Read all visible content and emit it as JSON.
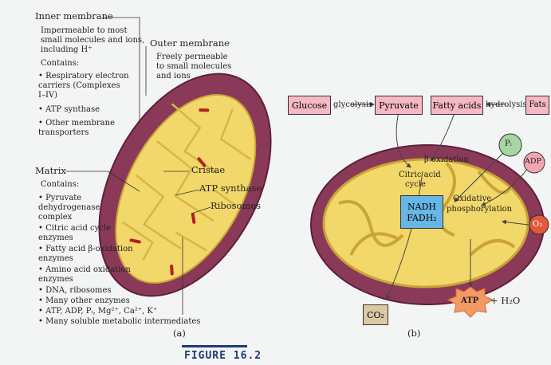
{
  "left_panel": {
    "inner_membrane": {
      "title": "Inner membrane",
      "desc": [
        "Impermeable to most",
        "small molecules and ions,",
        "including H⁺"
      ],
      "contains_label": "Contains:",
      "items": [
        "• Respiratory electron",
        "  carriers (Complexes",
        "  I–IV)",
        "• ATP synthase",
        "• Other membrane",
        "  transporters"
      ]
    },
    "outer_membrane": {
      "title": "Outer membrane",
      "desc": [
        "Freely permeable",
        "to small molecules",
        "and ions"
      ]
    },
    "cristae": "Cristae",
    "atp_synthase": "ATP synthase",
    "ribosomes": "Ribosomes",
    "matrix": {
      "title": "Matrix",
      "contains_label": "Contains:",
      "items": [
        "• Pyruvate",
        "  dehydrogenase",
        "  complex",
        "• Citric acid cycle",
        "  enzymes",
        "• Fatty acid β-oxidation",
        "  enzymes",
        "• Amino acid oxidation",
        "  enzymes",
        "• DNA, ribosomes",
        "• Many other enzymes",
        "• ATP, ADP, Pᵢ, Mg²⁺, Ca²⁺, K⁺",
        "• Many soluble metabolic intermediates"
      ]
    },
    "caption": "(a)"
  },
  "right_panel": {
    "glucose": "Glucose",
    "glycolysis": "glycolysis",
    "pyruvate": "Pyruvate",
    "fatty_acids": "Fatty acids",
    "hydrolysis": "hydrolysis",
    "fats": "Fats",
    "beta_oxidation": "β oxidation",
    "citric_acid_cycle": [
      "Citric acid",
      "cycle"
    ],
    "pi": "Pᵢ",
    "adp": "ADP",
    "nadh": "NADH",
    "fadh2": "FADH₂",
    "oxidative_phosphorylation": [
      "Oxidative",
      "phosphorylation"
    ],
    "o2": "O₂",
    "co2": "CO₂",
    "atp": "ATP",
    "water": "+ H₂O",
    "caption": "(b)"
  },
  "figure_label": "FIGURE 16.2",
  "colors": {
    "outer": "#8a3a58",
    "matrix": "#f2d76a",
    "pink_box": "#f7b8c6",
    "blue_box": "#68b6e6",
    "figure_label": "#1c3b7a"
  }
}
